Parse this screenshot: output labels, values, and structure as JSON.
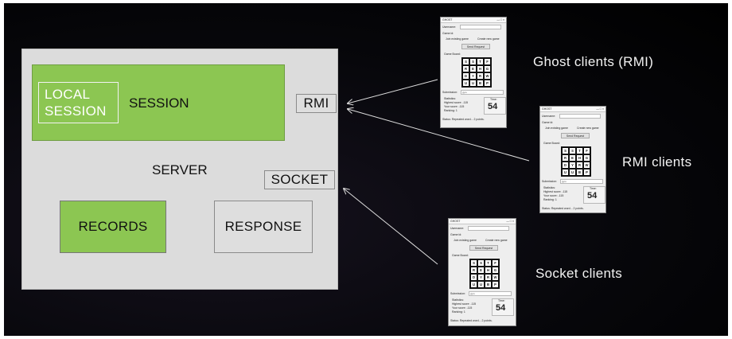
{
  "server": {
    "label": "SERVER",
    "session": {
      "label": "SESSION",
      "local_line1": "LOCAL",
      "local_line2": "SESSION"
    },
    "rmi": "RMI",
    "socket": "SOCKET",
    "records": "RECORDS",
    "response": "RESPONSE"
  },
  "clients": {
    "ghost_label": "Ghost clients (RMI)",
    "rmi_label": "RMI clients",
    "socket_label": "Socket clients"
  },
  "client_window": {
    "title": "GHOST",
    "username_label": "Username:",
    "game_id_label": "Game id:",
    "join_option": "Join existing game",
    "create_option": "Create new game",
    "send_button": "Send Request",
    "board_label": "Game Board:",
    "board": [
      "S",
      "S",
      "T",
      "F",
      "R",
      "E",
      "H",
      "G",
      "D",
      "Y",
      "R",
      "W",
      "U",
      "U",
      "B",
      "P"
    ],
    "submission_label": "Submission:",
    "submission_value": "gyro",
    "statistics_label": "Statistics:",
    "highest_label": "Highest score:",
    "highest_value": "-115",
    "your_label": "Your score:",
    "your_value": "-115",
    "ranking_label": "Ranking:",
    "ranking_value": "1",
    "time_label": "Time:",
    "time_value": "54",
    "status_label": "Status:",
    "status_value": "Repeated word... 2 points."
  },
  "colors": {
    "green": "#8cc652",
    "grey": "#dcdcdc",
    "background": "#000000"
  }
}
